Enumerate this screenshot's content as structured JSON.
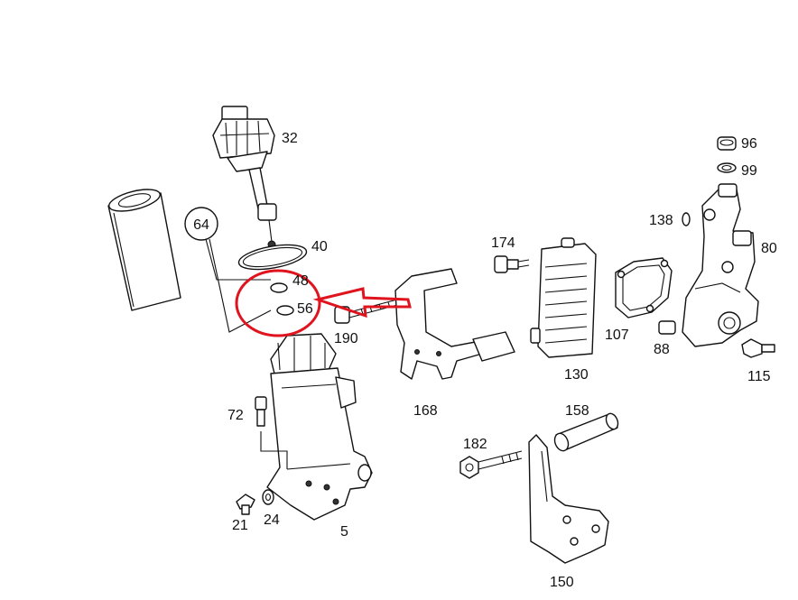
{
  "labels": {
    "p5": "5",
    "p21": "21",
    "p24": "24",
    "p32": "32",
    "p40": "40",
    "p48": "48",
    "p56": "56",
    "p64": "64",
    "p72": "72",
    "p80": "80",
    "p88": "88",
    "p96": "96",
    "p99": "99",
    "p107": "107",
    "p115": "115",
    "p130": "130",
    "p138": "138",
    "p150": "150",
    "p158": "158",
    "p168": "168",
    "p174": "174",
    "p182": "182",
    "p190": "190"
  },
  "highlight": {
    "color": "#e0141e",
    "target": "56"
  }
}
